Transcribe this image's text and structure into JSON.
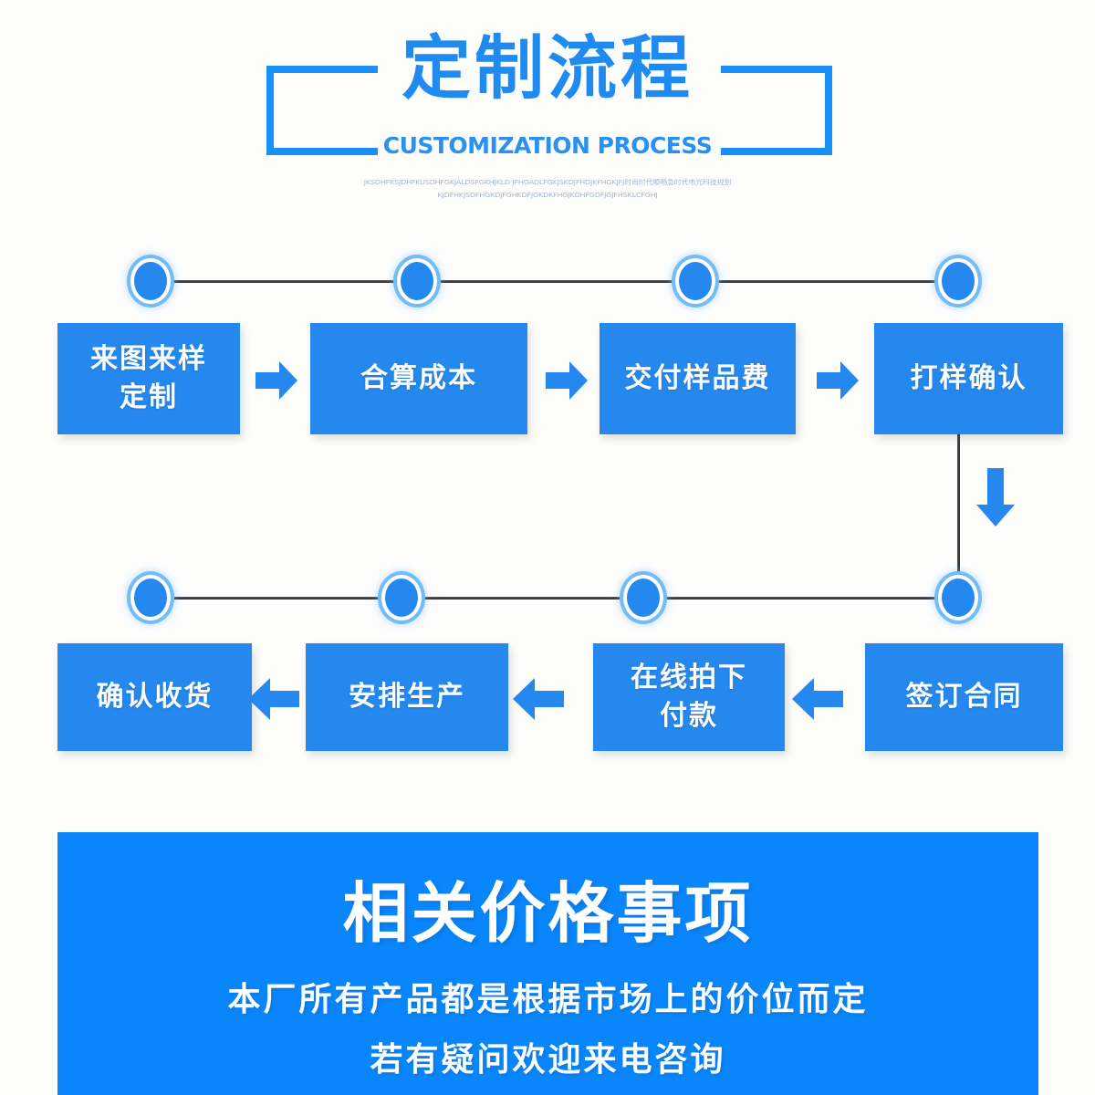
{
  "header": {
    "title_cn": "定制流程",
    "title_en": "CUSTOMIZATION PROCESS",
    "filler_line1": "JKSDHFKSJDHFKUSDHFGKJALDSFGKHJKLD JFHGADLFGKJSKDJFHDJKFHGKJFJ时尚时代顺畅急时代电光科技规划",
    "filler_line2": "KJDFHKJSDFHGKDJFGHKDFJOKDKFHGJKDHFGDFJGJFHSKLCFGHJ"
  },
  "flow": {
    "row1": [
      {
        "label": "来图来样\n定制"
      },
      {
        "label": "合算成本"
      },
      {
        "label": "交付样品费"
      },
      {
        "label": "打样确认"
      }
    ],
    "row2": [
      {
        "label": "确认收货"
      },
      {
        "label": "安排生产"
      },
      {
        "label": "在线拍下\n付款"
      },
      {
        "label": "签订合同"
      }
    ],
    "arrows": {
      "right": "arrow-right-icon",
      "left": "arrow-left-icon",
      "down": "arrow-down-icon"
    }
  },
  "banner": {
    "title": "相关价格事项",
    "line1": "本厂所有产品都是根据市场上的价位而定",
    "line2": "若有疑问欢迎来电咨询"
  },
  "colors": {
    "box_blue": "#2488ee",
    "banner_blue": "#0a86fd",
    "title_blue": "#1f8af0",
    "bracket_blue": "#1890f5",
    "rail_dark": "#2c2d30",
    "node_glow": "#74bcf8",
    "background": "#fdfdfc"
  }
}
